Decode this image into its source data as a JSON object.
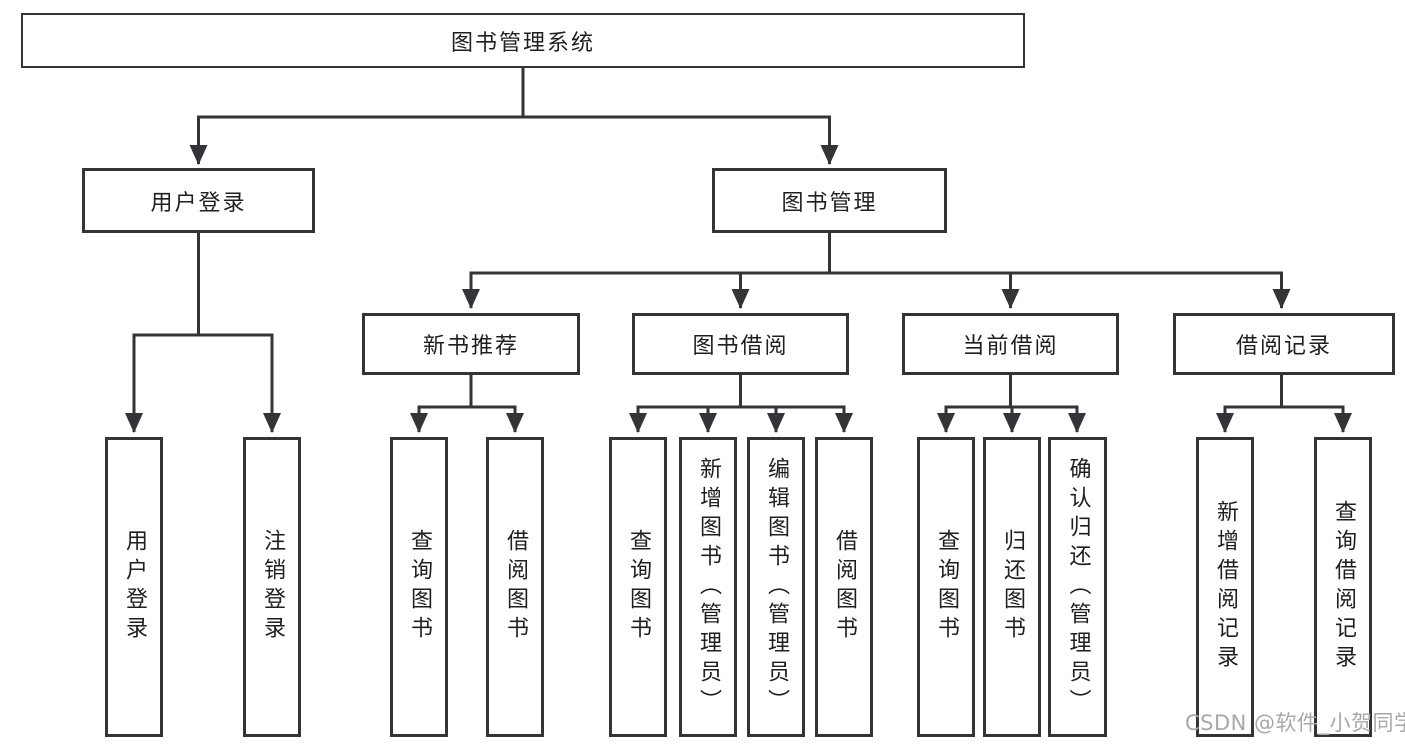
{
  "colors": {
    "line": "#333338",
    "text": "#1f1f1f",
    "watermark": "#a8a8a8",
    "background": "#ffffff"
  },
  "watermark": {
    "text": "CSDN @软件_小贺同学"
  },
  "tree": {
    "root": {
      "label": "图书管理系统"
    },
    "level2": [
      {
        "label": "用户登录",
        "children": [
          {
            "label": "用户登录"
          },
          {
            "label": "注销登录"
          }
        ]
      },
      {
        "label": "图书管理",
        "children": [
          {
            "label": "新书推荐",
            "children": [
              {
                "label": "查询图书"
              },
              {
                "label": "借阅图书"
              }
            ]
          },
          {
            "label": "图书借阅",
            "children": [
              {
                "label": "查询图书"
              },
              {
                "label": "新增图书（管理员）"
              },
              {
                "label": "编辑图书（管理员）"
              },
              {
                "label": "借阅图书"
              }
            ]
          },
          {
            "label": "当前借阅",
            "children": [
              {
                "label": "查询图书"
              },
              {
                "label": "归还图书"
              },
              {
                "label": "确认归还（管理员）"
              }
            ]
          },
          {
            "label": "借阅记录",
            "children": [
              {
                "label": "新增借阅记录"
              },
              {
                "label": "查询借阅记录"
              }
            ]
          }
        ]
      }
    ]
  }
}
